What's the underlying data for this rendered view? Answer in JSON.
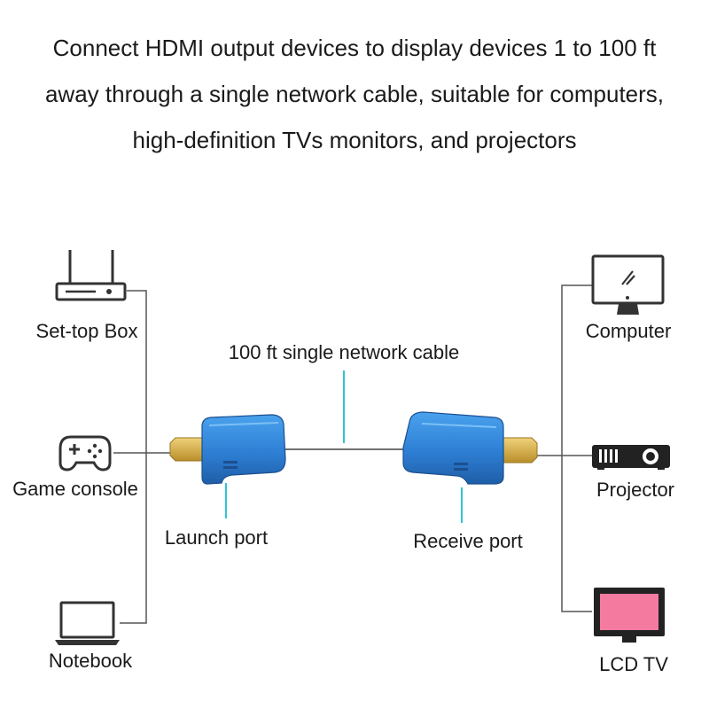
{
  "headline": {
    "line1": "Connect HDMI output devices to display devices 1 to 100 ft",
    "line2": "away through a single network cable, suitable for computers,",
    "line3": "high-definition TVs monitors, and projectors"
  },
  "sources": {
    "set_top_box": "Set-top Box",
    "game_console": "Game console",
    "notebook": "Notebook"
  },
  "displays": {
    "computer": "Computer",
    "projector": "Projector",
    "lcd_tv": "LCD TV"
  },
  "cable": {
    "label": "100 ft single network cable"
  },
  "ports": {
    "launch": "Launch port",
    "receive": "Receive port"
  },
  "colors": {
    "line": "#555555",
    "callout": "#2ec4d6",
    "extender_blue": "#2e7fd4",
    "hdmi_gold": "#d8b24a",
    "tv_screen": "#f47aa0",
    "icon": "#333333"
  },
  "icons": [
    "router-icon",
    "gamepad-icon",
    "laptop-icon",
    "monitor-icon",
    "projector-icon",
    "tv-icon"
  ]
}
